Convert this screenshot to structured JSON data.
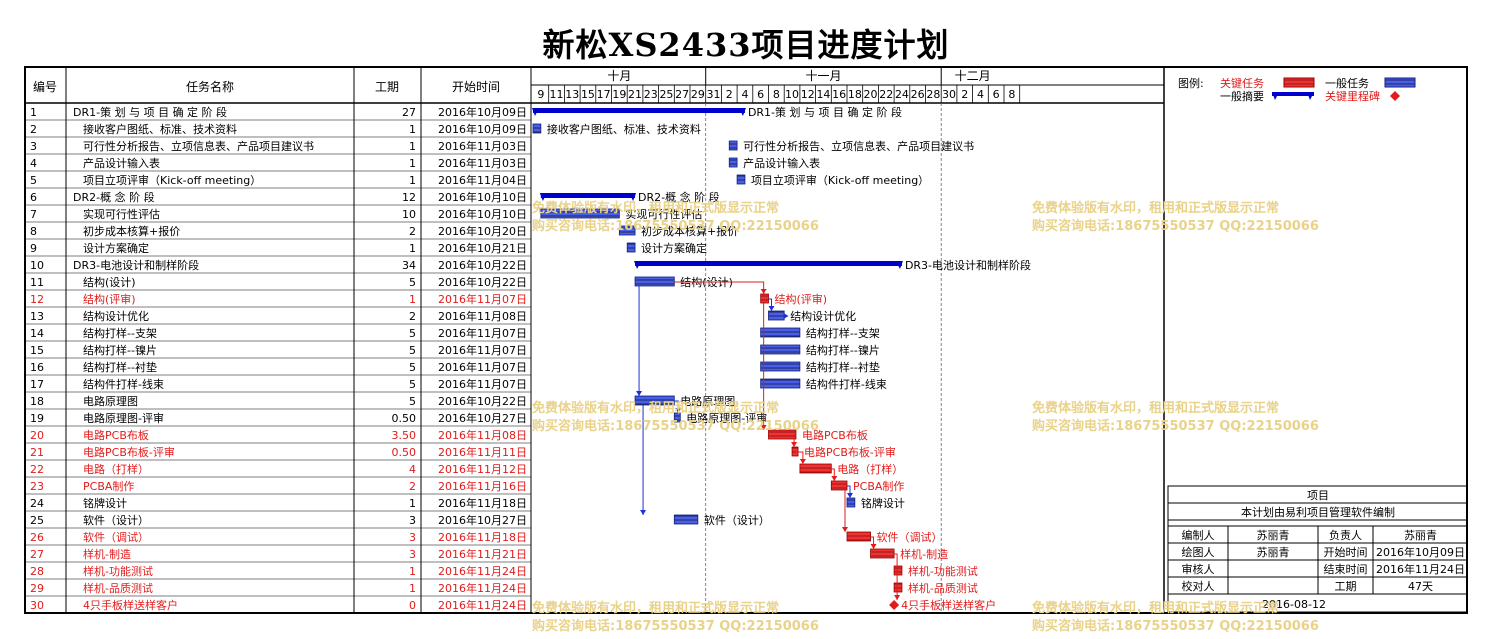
{
  "title": "新松XS2433项目进度计划",
  "table_headers": {
    "num": "编号",
    "name": "任务名称",
    "dur": "工期",
    "start": "开始时间"
  },
  "timeline": {
    "months": [
      {
        "label": "十月",
        "from": 0,
        "to": 11
      },
      {
        "label": "十一月",
        "from": 11,
        "to": 26
      },
      {
        "label": "十二月",
        "from": 26,
        "to": 30
      }
    ],
    "day_ticks": [
      "9",
      "11",
      "13",
      "15",
      "17",
      "19",
      "21",
      "23",
      "25",
      "27",
      "29",
      "31",
      "2",
      "4",
      "6",
      "8",
      "10",
      "12",
      "14",
      "16",
      "18",
      "20",
      "22",
      "24",
      "26",
      "28",
      "30",
      "2",
      "4",
      "6",
      "8"
    ]
  },
  "legend": {
    "title": "图例:",
    "critical": "关键任务",
    "normal": "一般任务",
    "summary": "一般摘要",
    "milestone": "关键里程碑"
  },
  "info": {
    "header": "项目",
    "note": "本计划由易利项目管理软件编制",
    "rows": [
      [
        "编制人",
        "苏丽青",
        "负责人",
        "苏丽青"
      ],
      [
        "绘图人",
        "苏丽青",
        "开始时间",
        "2016年10月09日"
      ],
      [
        "审核人",
        "",
        "结束时间",
        "2016年11月24日"
      ],
      [
        "校对人",
        "",
        "工期",
        "47天"
      ]
    ],
    "date": "2016-08-12"
  },
  "watermark": {
    "line1": "免费体验版有水印，租用和正式版显示正常",
    "line2": "购买咨询电话:18675550537 QQ:22150066"
  },
  "colors": {
    "normal": "#1f2fd6",
    "critical": "#e21b1b",
    "summary": "#0000cc",
    "watermark": "#e9d28a"
  },
  "chart_data": {
    "type": "gantt",
    "title": "新松XS2433项目进度计划",
    "project_start": "2016-10-09",
    "tasks": [
      {
        "num": "1",
        "name": "DR1-策 划 与 项 目 确 定 阶 段",
        "dur": "27",
        "start": "2016年10月09日",
        "kind": "summary",
        "indent": 0,
        "bar_label": "DR1-策 划 与 项 目 确 定 阶 段"
      },
      {
        "num": "2",
        "name": "接收客户图纸、标准、技术资料",
        "dur": "1",
        "start": "2016年10月09日",
        "kind": "normal",
        "indent": 1,
        "bar_label": "接收客户图纸、标准、技术资料"
      },
      {
        "num": "3",
        "name": "可行性分析报告、立项信息表、产品项目建议书",
        "dur": "1",
        "start": "2016年11月03日",
        "kind": "normal",
        "indent": 1,
        "bar_label": "可行性分析报告、立项信息表、产品项目建议书"
      },
      {
        "num": "4",
        "name": "产品设计输入表",
        "dur": "1",
        "start": "2016年11月03日",
        "kind": "normal",
        "indent": 1,
        "bar_label": "产品设计输入表"
      },
      {
        "num": "5",
        "name": "项目立项评审（Kick-off meeting）",
        "dur": "1",
        "start": "2016年11月04日",
        "kind": "normal",
        "indent": 1,
        "bar_label": "项目立项评审（Kick-off meeting）"
      },
      {
        "num": "6",
        "name": "DR2-概 念 阶 段",
        "dur": "12",
        "start": "2016年10月10日",
        "kind": "summary",
        "indent": 0,
        "bar_label": "DR2-概 念 阶 段"
      },
      {
        "num": "7",
        "name": "实现可行性评估",
        "dur": "10",
        "start": "2016年10月10日",
        "kind": "normal",
        "indent": 1,
        "bar_label": "实现可行性评估"
      },
      {
        "num": "8",
        "name": "初步成本核算+报价",
        "dur": "2",
        "start": "2016年10月20日",
        "kind": "normal",
        "indent": 1,
        "bar_label": "初步成本核算+报价"
      },
      {
        "num": "9",
        "name": "设计方案确定",
        "dur": "1",
        "start": "2016年10月21日",
        "kind": "normal",
        "indent": 1,
        "bar_label": "设计方案确定"
      },
      {
        "num": "10",
        "name": "DR3-电池设计和制样阶段",
        "dur": "34",
        "start": "2016年10月22日",
        "kind": "summary",
        "indent": 0,
        "bar_label": "DR3-电池设计和制样阶段"
      },
      {
        "num": "11",
        "name": "结构(设计)",
        "dur": "5",
        "start": "2016年10月22日",
        "kind": "normal",
        "indent": 1,
        "bar_label": "结构(设计)"
      },
      {
        "num": "12",
        "name": "结构(评审)",
        "dur": "1",
        "start": "2016年11月07日",
        "kind": "critical",
        "indent": 1,
        "bar_label": "结构(评审)"
      },
      {
        "num": "13",
        "name": "结构设计优化",
        "dur": "2",
        "start": "2016年11月08日",
        "kind": "normal",
        "indent": 1,
        "bar_label": "结构设计优化"
      },
      {
        "num": "14",
        "name": "结构打样--支架",
        "dur": "5",
        "start": "2016年11月07日",
        "kind": "normal",
        "indent": 1,
        "bar_label": "结构打样--支架"
      },
      {
        "num": "15",
        "name": "结构打样--镍片",
        "dur": "5",
        "start": "2016年11月07日",
        "kind": "normal",
        "indent": 1,
        "bar_label": "结构打样--镍片"
      },
      {
        "num": "16",
        "name": "结构打样--衬垫",
        "dur": "5",
        "start": "2016年11月07日",
        "kind": "normal",
        "indent": 1,
        "bar_label": "结构打样--衬垫"
      },
      {
        "num": "17",
        "name": "结构件打样-线束",
        "dur": "5",
        "start": "2016年11月07日",
        "kind": "normal",
        "indent": 1,
        "bar_label": "结构件打样-线束"
      },
      {
        "num": "18",
        "name": "电路原理图",
        "dur": "5",
        "start": "2016年10月22日",
        "kind": "normal",
        "indent": 1,
        "bar_label": "电路原理图"
      },
      {
        "num": "19",
        "name": "电路原理图-评审",
        "dur": "0.50",
        "start": "2016年10月27日",
        "kind": "normal",
        "indent": 1,
        "bar_label": "电路原理图-评审"
      },
      {
        "num": "20",
        "name": "电路PCB布板",
        "dur": "3.50",
        "start": "2016年11月08日",
        "kind": "critical",
        "indent": 1,
        "bar_label": "电路PCB布板"
      },
      {
        "num": "21",
        "name": "电路PCB布板-评审",
        "dur": "0.50",
        "start": "2016年11月11日",
        "kind": "critical",
        "indent": 1,
        "bar_label": "电路PCB布板-评审"
      },
      {
        "num": "22",
        "name": "电路（打样）",
        "dur": "4",
        "start": "2016年11月12日",
        "kind": "critical",
        "indent": 1,
        "bar_label": "电路（打样）"
      },
      {
        "num": "23",
        "name": "PCBA制作",
        "dur": "2",
        "start": "2016年11月16日",
        "kind": "critical",
        "indent": 1,
        "bar_label": "PCBA制作"
      },
      {
        "num": "24",
        "name": "铭牌设计",
        "dur": "1",
        "start": "2016年11月18日",
        "kind": "normal",
        "indent": 1,
        "bar_label": "铭牌设计"
      },
      {
        "num": "25",
        "name": "软件（设计）",
        "dur": "3",
        "start": "2016年10月27日",
        "kind": "normal",
        "indent": 1,
        "bar_label": "软件（设计）"
      },
      {
        "num": "26",
        "name": "软件（调试）",
        "dur": "3",
        "start": "2016年11月18日",
        "kind": "critical",
        "indent": 1,
        "bar_label": "软件（调试）"
      },
      {
        "num": "27",
        "name": "样机-制造",
        "dur": "3",
        "start": "2016年11月21日",
        "kind": "critical",
        "indent": 1,
        "bar_label": "样机-制造"
      },
      {
        "num": "28",
        "name": "样机-功能测试",
        "dur": "1",
        "start": "2016年11月24日",
        "kind": "critical",
        "indent": 1,
        "bar_label": "样机-功能测试"
      },
      {
        "num": "29",
        "name": "样机-品质测试",
        "dur": "1",
        "start": "2016年11月24日",
        "kind": "critical",
        "indent": 1,
        "bar_label": "样机-品质测试"
      },
      {
        "num": "30",
        "name": "4只手板样送样客户",
        "dur": "0",
        "start": "2016年11月24日",
        "kind": "milestone",
        "indent": 1,
        "bar_label": "4只手板样送样客户"
      }
    ]
  }
}
